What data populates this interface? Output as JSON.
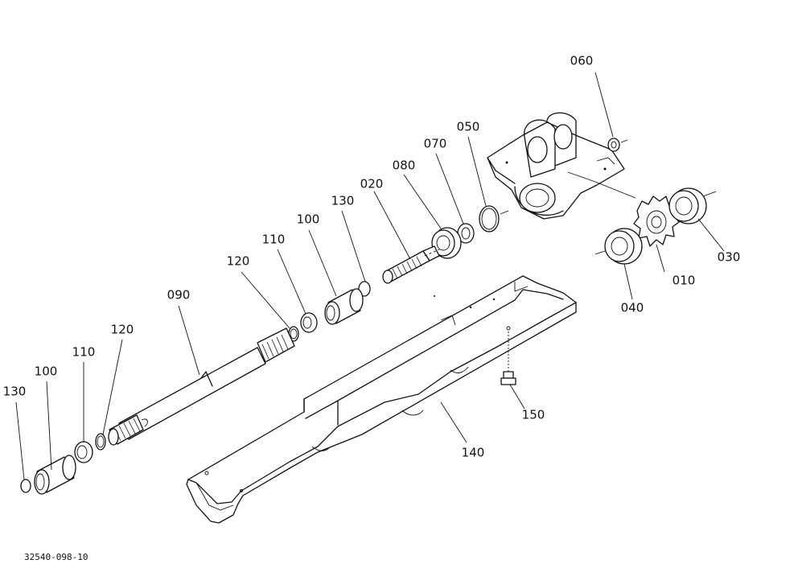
{
  "drawing_id": "32540-098-10",
  "part_labels": [
    "010",
    "020",
    "030",
    "040",
    "050",
    "060",
    "070",
    "080",
    "090",
    "100",
    "110",
    "120",
    "130",
    "100",
    "110",
    "120",
    "130",
    "140",
    "150"
  ]
}
